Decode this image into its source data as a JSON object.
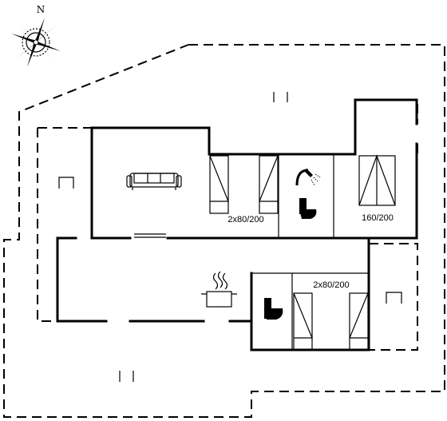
{
  "compass": {
    "label": "N"
  },
  "rooms": {
    "bedroom_1": {
      "bed_label": "2x80/200"
    },
    "bedroom_2": {
      "bed_label": "160/200"
    },
    "bedroom_3": {
      "bed_label": "2x80/200"
    }
  },
  "icons": [
    "compass-icon",
    "sofa-icon",
    "shower-icon",
    "toilet-icon",
    "cooking-pot-icon",
    "outdoor-furniture-icon"
  ]
}
